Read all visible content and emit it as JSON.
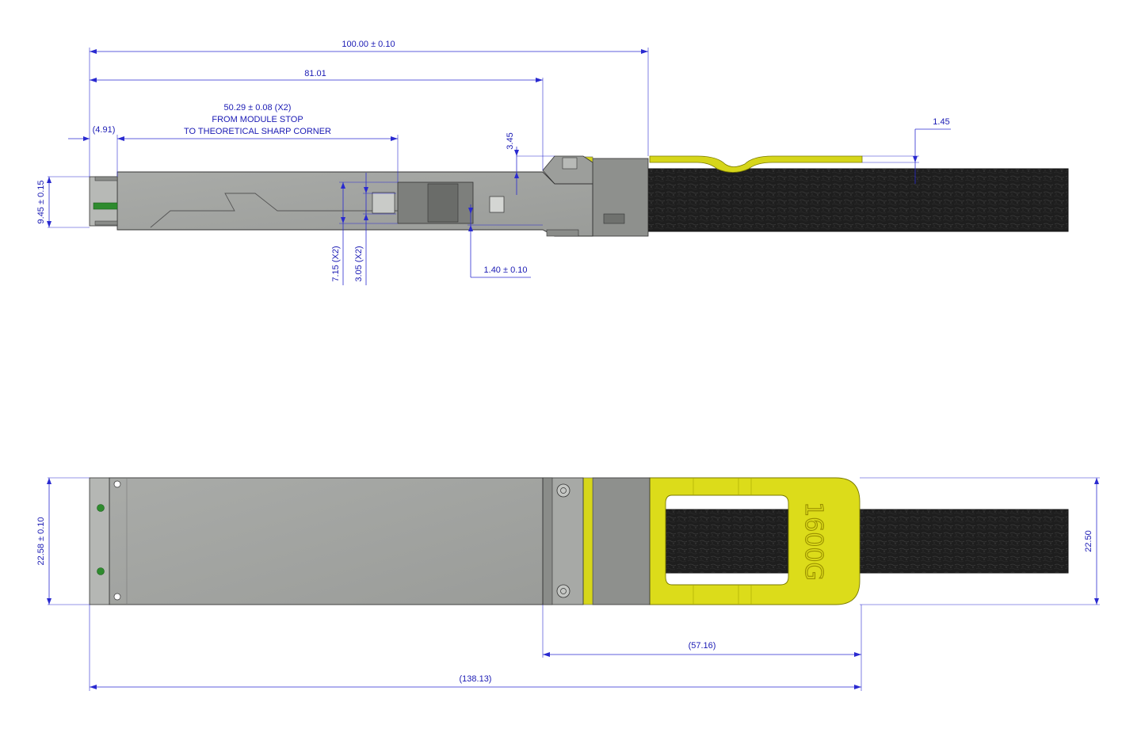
{
  "top_view": {
    "dim_overall_length": "100.00 ± 0.10",
    "dim_stop_to_latch": "81.01",
    "dim_module_stop_line1": "50.29 ± 0.08 (X2)",
    "dim_module_stop_line2": "FROM MODULE STOP",
    "dim_module_stop_line3": "TO THEORETICAL SHARP CORNER",
    "dim_front_offset": "(4.91)",
    "dim_latch_height": "3.45",
    "dim_pull_tab_offset": "1.45",
    "dim_height": "9.45 ± 0.15",
    "dim_upper_ref": "7.15 (X2)",
    "dim_lower_ref": "3.05 (X2)",
    "dim_shell_thickness": "1.40 ± 0.10"
  },
  "plan_view": {
    "dim_width": "22.58 ± 0.10",
    "dim_pull_tab_width": "22.50",
    "dim_tab_length": "(57.16)",
    "dim_total_length": "(138.13)",
    "pull_tab_label": "1600G"
  },
  "colors": {
    "dimension": "#2a2ad0",
    "pull_tab": "#d9d91a",
    "cable": "#1c1c1c",
    "housing": "#a3a5a2",
    "pcb_contact": "#2e8b2e"
  }
}
